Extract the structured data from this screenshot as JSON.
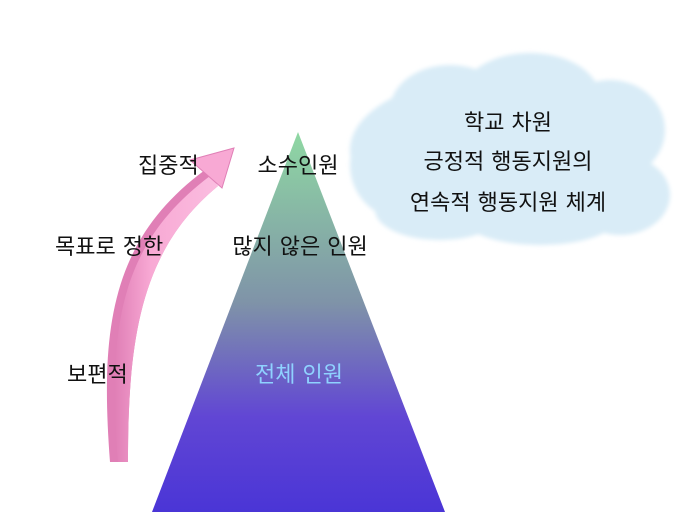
{
  "pyramid": {
    "tiers": [
      "소수인원",
      "많지 않은 인원",
      "전체 인원"
    ],
    "colors": {
      "top": "#8fd8a3",
      "middle": "#7d7ba8",
      "bottom": "#4a35d6"
    }
  },
  "arrow": {
    "labels": [
      "집중적",
      "목표로 정한",
      "보편적"
    ],
    "colors": {
      "fill": "#f8a9d4",
      "shade": "#e07fb6"
    }
  },
  "cloud": {
    "lines": [
      "학교 차원",
      "긍정적 행동지원의",
      "연속적 행동지원 체계"
    ],
    "colors": {
      "fill": "#d9ecf7",
      "edge": "#bcdcee"
    }
  }
}
